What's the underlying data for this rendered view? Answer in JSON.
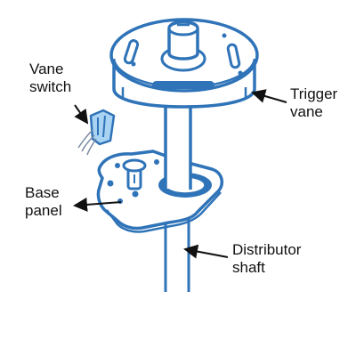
{
  "labels": {
    "vane_switch": [
      "Vane",
      "switch"
    ],
    "trigger_vane": [
      "Trigger",
      "vane"
    ],
    "base_panel": [
      "Base",
      "panel"
    ],
    "distributor_shaft": [
      "Distributor",
      "shaft"
    ]
  },
  "colors": {
    "part_stroke": "#2f73b8",
    "part_fill": "#ffffff",
    "switch_fill": "#a9d3f2",
    "arrow": "#111111",
    "text": "#111111"
  }
}
